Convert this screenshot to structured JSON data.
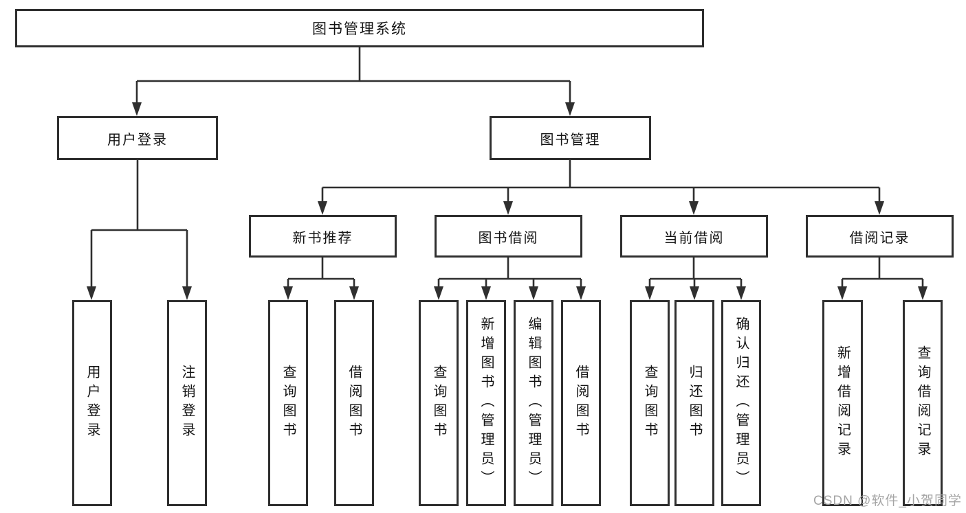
{
  "colors": {
    "line_color": "#2f2f2f",
    "box_border": "#2f2f2f",
    "text_color": "#141414",
    "watermark_color": "#a5a5a5",
    "bg": "#ffffff"
  },
  "tree": {
    "root": {
      "label": "图书管理系统"
    },
    "branches": [
      {
        "label": "用户登录",
        "children": [
          {
            "label": "用户登录"
          },
          {
            "label": "注销登录"
          }
        ]
      },
      {
        "label": "图书管理",
        "children": [
          {
            "label": "新书推荐",
            "children": [
              {
                "label": "查询图书"
              },
              {
                "label": "借阅图书"
              }
            ]
          },
          {
            "label": "图书借阅",
            "children": [
              {
                "label": "查询图书"
              },
              {
                "label": "新增图书（管理员）"
              },
              {
                "label": "编辑图书（管理员）"
              },
              {
                "label": "借阅图书"
              }
            ]
          },
          {
            "label": "当前借阅",
            "children": [
              {
                "label": "查询图书"
              },
              {
                "label": "归还图书"
              },
              {
                "label": "确认归还（管理员）"
              }
            ]
          },
          {
            "label": "借阅记录",
            "children": [
              {
                "label": "新增借阅记录"
              },
              {
                "label": "查询借阅记录"
              }
            ]
          }
        ]
      }
    ]
  },
  "watermark": {
    "text": "CSDN @软件_小贺同学"
  }
}
